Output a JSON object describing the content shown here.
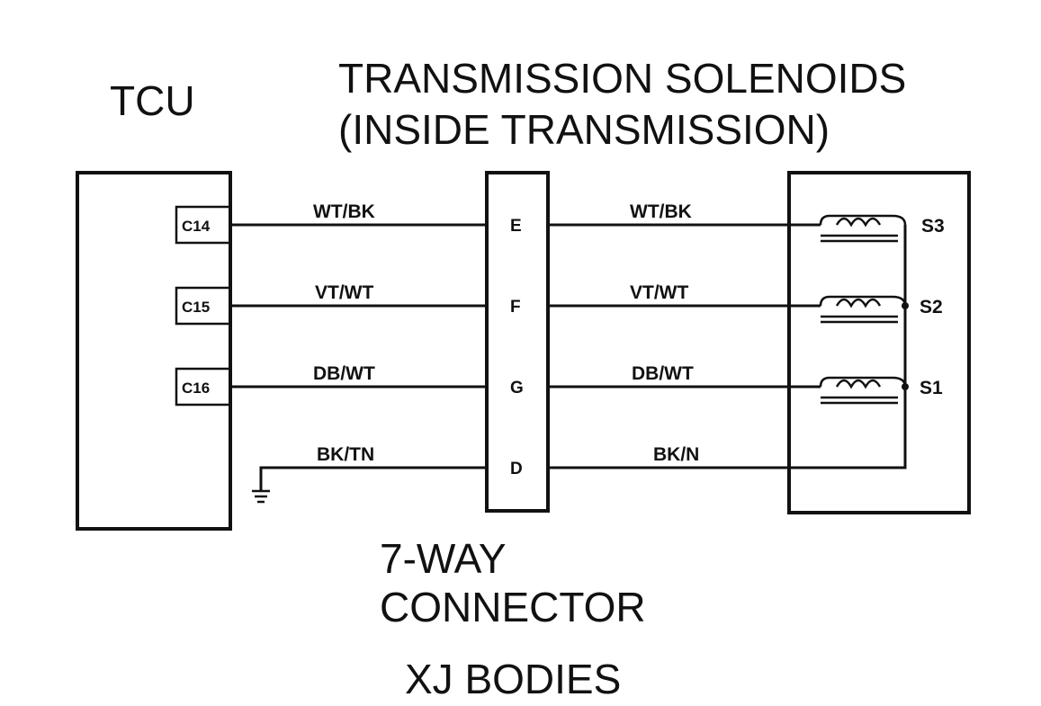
{
  "tcu_label": "TCU",
  "solenoids_title_line1": "TRANSMISSION SOLENOIDS",
  "solenoids_title_line2": "(INSIDE TRANSMISSION)",
  "connector_label_line1": "7-WAY",
  "connector_label_line2": "CONNECTOR",
  "footer": "XJ BODIES",
  "tcu_pins": [
    "C14",
    "C15",
    "C16"
  ],
  "left_wires": [
    "WT/BK",
    "VT/WT",
    "DB/WT",
    "BK/TN"
  ],
  "connector_pins": [
    "E",
    "F",
    "G",
    "D"
  ],
  "right_wires": [
    "WT/BK",
    "VT/WT",
    "DB/WT",
    "BK/N"
  ],
  "solenoids": [
    "S3",
    "S2",
    "S1"
  ]
}
